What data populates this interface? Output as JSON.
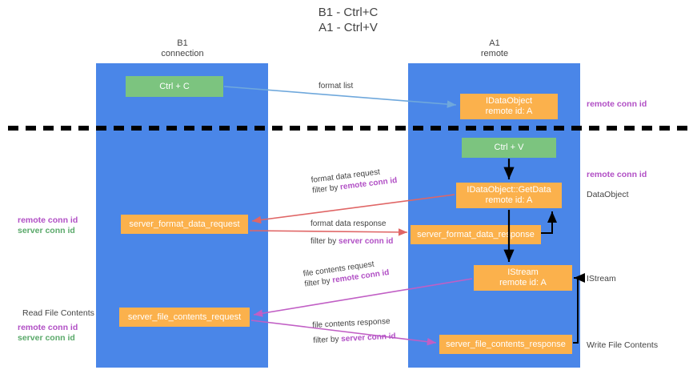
{
  "title": {
    "line1": "B1 - Ctrl+C",
    "line2": "A1 - Ctrl+V"
  },
  "lanes": [
    {
      "id": "b1",
      "title_line1": "B1",
      "title_line2": "connection",
      "color": "#4a86e8"
    },
    {
      "id": "a1",
      "title_line1": "A1",
      "title_line2": "remote",
      "color": "#4a86e8"
    }
  ],
  "boxes": {
    "ctrl_c": {
      "line1": "Ctrl + C",
      "line2": "",
      "color": "#7cc47f"
    },
    "idataobject": {
      "line1": "IDataObject",
      "line2": "remote id: A",
      "color": "#fbb14c"
    },
    "ctrl_v": {
      "line1": "Ctrl + V",
      "line2": "",
      "color": "#7cc47f"
    },
    "getdata": {
      "line1": "IDataObject::GetData",
      "line2": "remote id: A",
      "color": "#fbb14c"
    },
    "fmt_request": {
      "line1": "server_format_data_request",
      "line2": "",
      "color": "#fbb14c"
    },
    "fmt_response": {
      "line1": "server_format_data_response",
      "line2": "",
      "color": "#fbb14c"
    },
    "istream": {
      "line1": "IStream",
      "line2": "remote id: A",
      "color": "#fbb14c"
    },
    "file_request": {
      "line1": "server_file_contents_request",
      "line2": "",
      "color": "#fbb14c"
    },
    "file_response": {
      "line1": "server_file_contents_response",
      "line2": "",
      "color": "#fbb14c"
    }
  },
  "arrow_labels": {
    "format_list": "format list",
    "fmt_req_l1": "format data request",
    "fmt_req_l2_prefix": "filter by ",
    "fmt_req_l2_key": "remote conn id",
    "fmt_resp_l1": "format data response",
    "fmt_resp_l2_prefix": "filter by ",
    "fmt_resp_l2_key": "server conn id",
    "file_req_l1": "file contents request",
    "file_req_l2_prefix": "filter by ",
    "file_req_l2_key": "remote conn id",
    "file_resp_l1": "file contents response",
    "file_resp_l2_prefix": "filter by ",
    "file_resp_l2_key": "server conn id"
  },
  "side_labels": {
    "right_remote_conn_1": "remote conn id",
    "right_remote_conn_2": "remote conn id",
    "right_dataobject": "DataObject",
    "right_istream": "IStream",
    "right_write_file": "Write File Contents",
    "left_remote_conn": "remote conn id",
    "left_server_conn": "server conn id",
    "left_read_file": "Read File Contents",
    "left_remote_conn_2": "remote conn id",
    "left_server_conn_2": "server conn id"
  },
  "colors": {
    "lane": "#4a86e8",
    "green_box": "#7cc47f",
    "orange_box": "#fbb14c",
    "purple_key": "#b14fc5",
    "green_key": "#5aa96a",
    "arrow_blue": "#6fa8dc",
    "arrow_red": "#e06666",
    "arrow_magenta": "#c15fc5",
    "arrow_black": "#000000",
    "divider": "#000000"
  }
}
